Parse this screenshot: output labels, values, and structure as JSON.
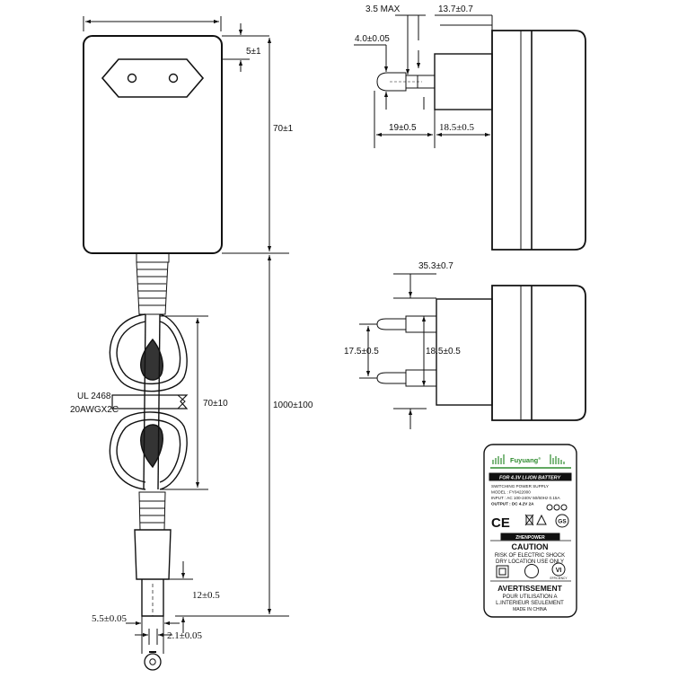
{
  "front_view": {
    "dim_top_gap": "5±1",
    "dim_body_height": "70±1",
    "dim_cable_length": "1000±100",
    "dim_coil_height": "70±10",
    "cable_spec_line1": "UL 2468",
    "cable_spec_line2": "20AWGX2C",
    "dim_plug_tip": "12±0.5",
    "dim_plug_outer": "5.5±0.05",
    "dim_plug_inner": "2.1±0.05"
  },
  "side_view": {
    "dim_pin_max": "3.5 MAX",
    "dim_pin_gap": "13.7±0.7",
    "dim_pin_dia": "4.0±0.05",
    "dim_pin_length": "19±0.5",
    "dim_base_depth": "18.5±0.5"
  },
  "top_view": {
    "dim_depth": "35.3±0.7",
    "dim_pin_spacing_left": "17.5±0.5",
    "dim_pin_spacing_right": "18.5±0.5"
  },
  "label": {
    "brand": "Fuyuang",
    "brand_mark": "®",
    "battery_banner": "FOR 4.3V LI-ION BATTERY",
    "product_type": "SWITCHING POWER SUPPLY",
    "model": "MODEL : FY0422000",
    "input": "INPUT : AC 100-240V 50/60Hz 0.15A",
    "output": "OUTPUT : DC 4.2V 2A",
    "ce_mark": "CE",
    "gs_mark": "GS",
    "power_banner": "ZHENPOWER",
    "caution_title": "CAUTION",
    "caution_line1": "RISK OF ELECTRIC SHOCK",
    "caution_line2": "DRY LOCATION USE ONLY",
    "efficiency_mark": "VI",
    "efficiency_label": "EFFICIENCY",
    "warning_title": "AVERTISSEMENT",
    "warning_line1": "POUR UTILISATION A",
    "warning_line2": "L.INTERIEUR SEULEMENT",
    "origin": "MADE IN CHINA",
    "accent_color": "#2e8b2e",
    "banner_color": "#111111"
  }
}
